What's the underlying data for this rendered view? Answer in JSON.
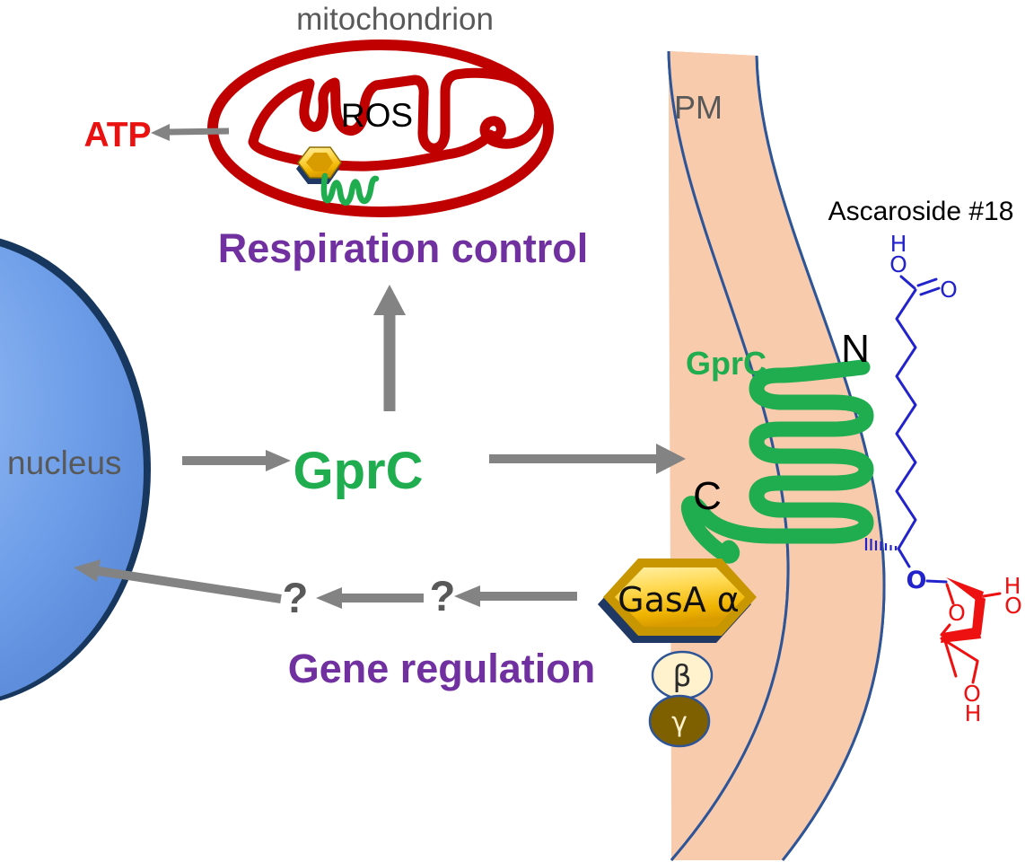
{
  "mitochondrion": {
    "label": "mitochondrion",
    "ros_label": "ROS",
    "atp_label": "ATP"
  },
  "nucleus": {
    "label": "nucleus"
  },
  "pathways": {
    "respiration": "Respiration control",
    "gene_regulation": "Gene regulation",
    "unknown_step_1": "?",
    "unknown_step_2": "?"
  },
  "receptor": {
    "central_label": "GprC",
    "membrane_label": "GprC",
    "n_terminus": "N",
    "c_terminus": "C"
  },
  "g_protein": {
    "alpha_label": "GasA α",
    "beta_label": "β",
    "gamma_label": "γ"
  },
  "membrane": {
    "label": "PM"
  },
  "ligand": {
    "title": "Ascaroside #18",
    "atoms": {
      "acid_h": "H",
      "acid_o": "O",
      "carbonyl_o": "O",
      "ether_o": "O",
      "ring_o": "O",
      "right_oh_h": "H",
      "right_oh_o": "O",
      "bottom_oh_o": "O",
      "bottom_oh_h": "H"
    }
  },
  "colors": {
    "mito_red": "#C00000",
    "green": "#1FAD50",
    "purple": "#7030A0",
    "arrow_gray": "#838383",
    "label_gray": "#595959",
    "atp_red": "#EA1111",
    "membrane_fill": "#F8CBAD",
    "membrane_border": "#2E5597",
    "nucleus_fill": "#6B9CE8",
    "nucleus_rim": "#17375E",
    "gold": "#FFD951",
    "gold_dark": "#BF9000",
    "shadow_navy": "#1F3864",
    "beta_fill": "#FFF2CC",
    "gamma_fill": "#7F6000",
    "chain_blue": "#2323CC",
    "sugar_red": "#EE1111"
  }
}
